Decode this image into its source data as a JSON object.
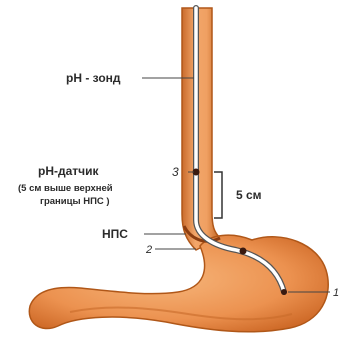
{
  "labels": {
    "probe": "pH - зонд",
    "sensor": "pH-датчик",
    "sensor_note_line1": "(5 см выше верхней",
    "sensor_note_line2": "границы НПС )",
    "distance": "5 см",
    "sphincter": "НПС"
  },
  "markers": {
    "one": "1",
    "two": "2",
    "three": "3"
  },
  "colors": {
    "tissue": "#e98a47",
    "tissue_dark": "#b95a1c",
    "tissue_light": "#f6c9a0",
    "probe": "#ffffff",
    "probe_outline": "#555555",
    "sensor_dot": "#3a1a10",
    "text": "#2b2b2b"
  }
}
